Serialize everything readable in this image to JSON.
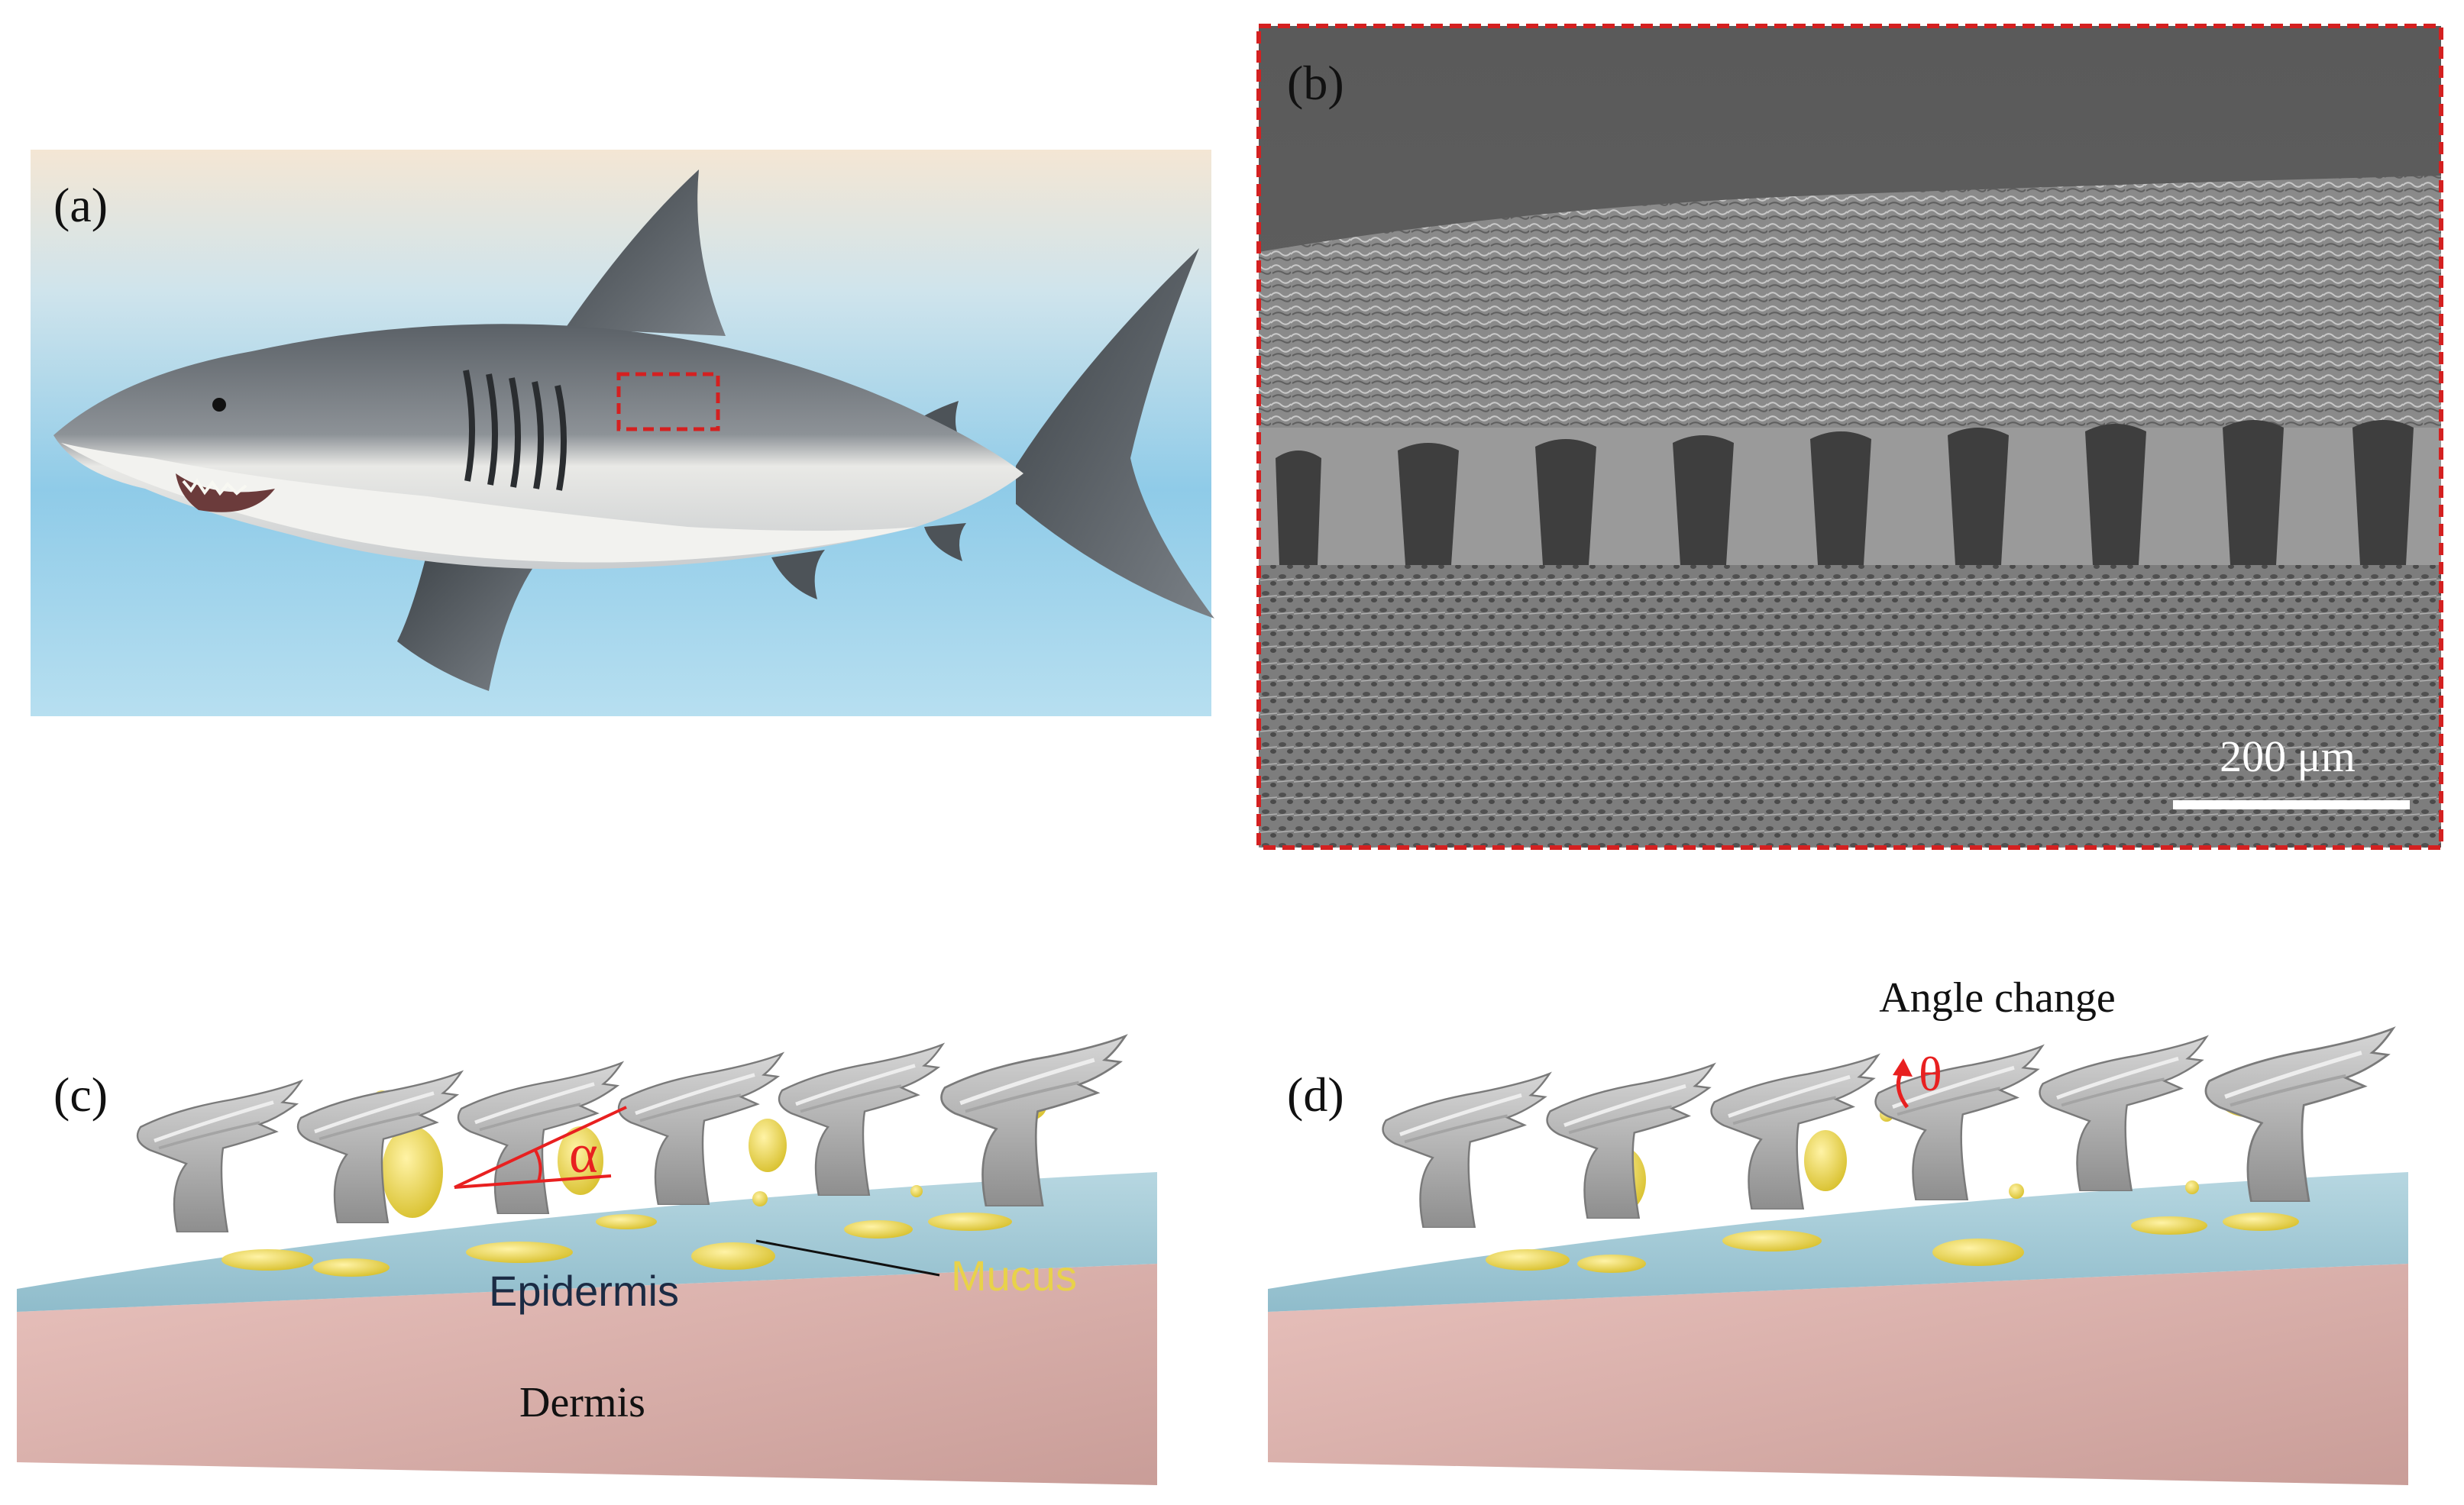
{
  "panels": {
    "a": {
      "label": "(a)"
    },
    "b": {
      "label": "(b)",
      "scale_bar": "200 μm"
    },
    "c": {
      "label": "(c)",
      "alpha": "α",
      "epidermis": "Epidermis",
      "mucus": "Mucus",
      "dermis": "Dermis"
    },
    "d": {
      "label": "(d)",
      "theta": "θ",
      "angle_change": "Angle change"
    }
  },
  "colors": {
    "highlight_box": "#d42020",
    "epidermis": "#a8ccd8",
    "dermis": "#e2b7b2",
    "mucus": "#e8d24a",
    "denticle": "#b8b8b8",
    "sem_background": "#5a5a5a",
    "water": "#9fd0e6"
  },
  "icons": [
    "shark-illustration",
    "sem-micrograph",
    "denticle-cross-section"
  ]
}
